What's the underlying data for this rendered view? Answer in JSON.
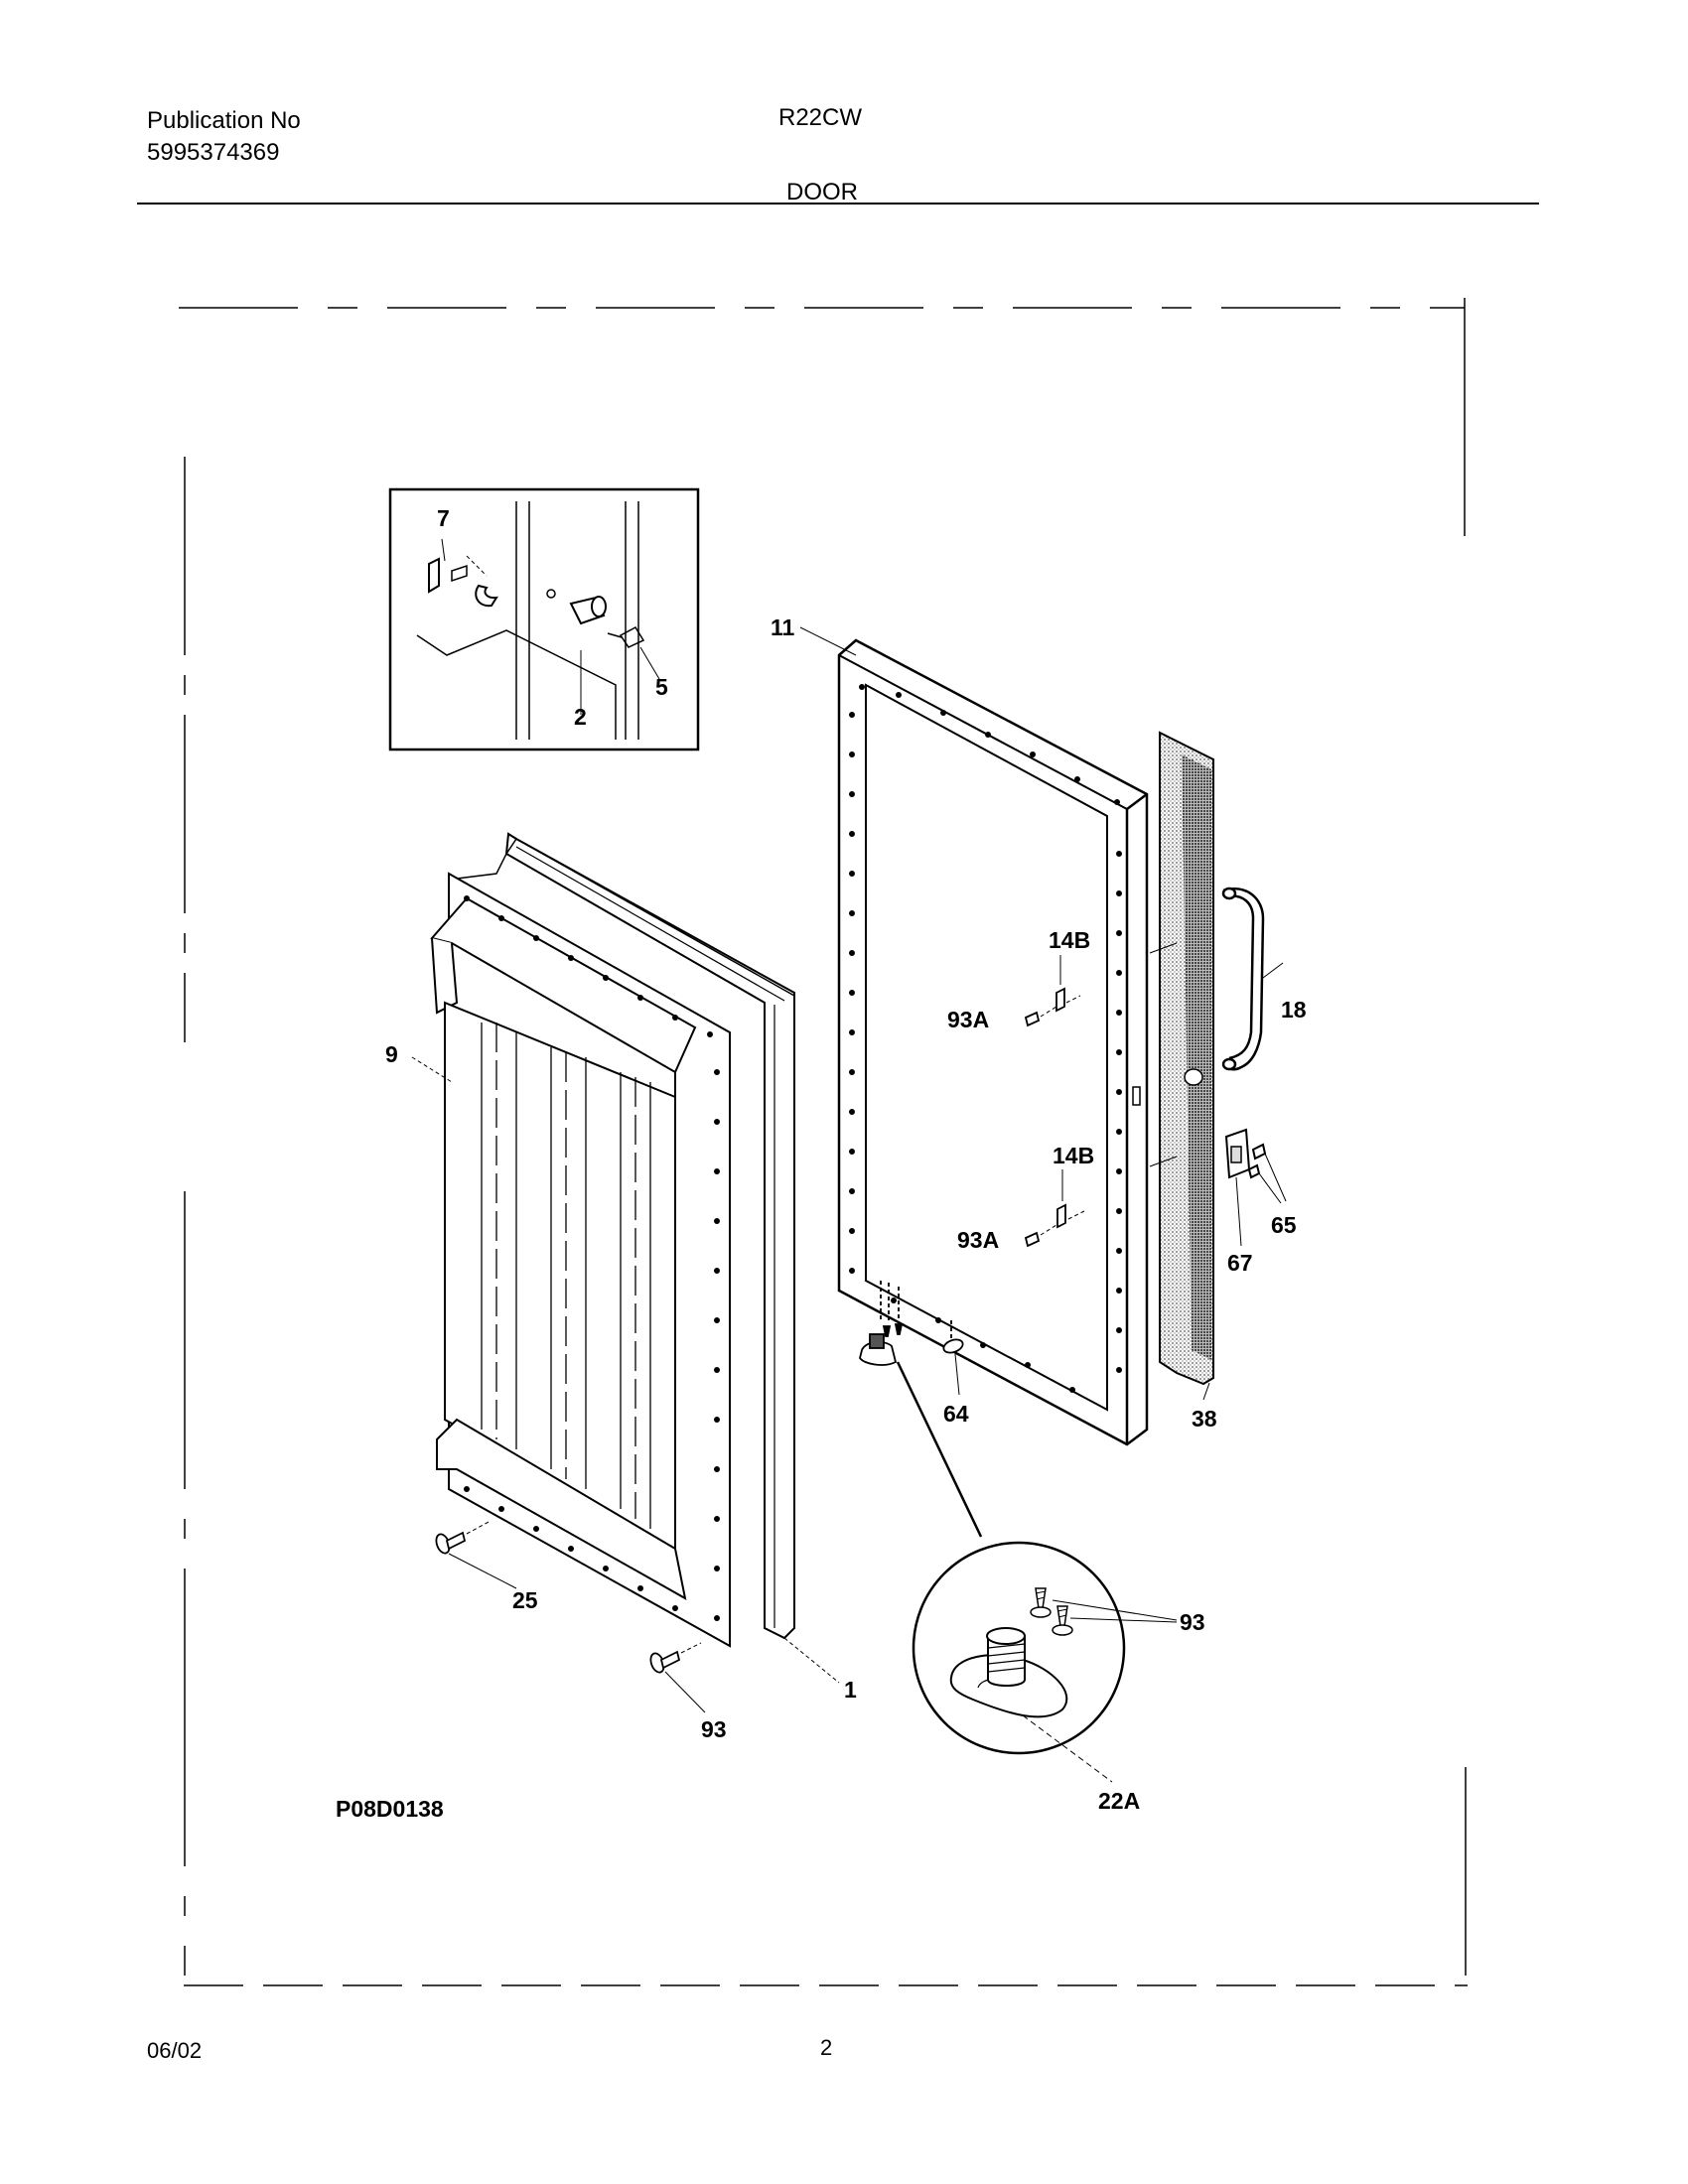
{
  "header": {
    "publication_label": "Publication No",
    "publication_number": "5995374369",
    "model": "R22CW",
    "section": "DOOR"
  },
  "diagram": {
    "drawing_id": "P08D0138",
    "callouts": {
      "c7": "7",
      "c5": "5",
      "c2": "2",
      "c11": "11",
      "c14b_top": "14B",
      "c93a_top": "93A",
      "c18": "18",
      "c9": "9",
      "c14b_bottom": "14B",
      "c93a_bottom": "93A",
      "c65": "65",
      "c67": "67",
      "c64": "64",
      "c38": "38",
      "c25": "25",
      "c93_detail": "93",
      "c1": "1",
      "c93_bottom": "93",
      "c22a": "22A"
    }
  },
  "footer": {
    "date": "06/02",
    "page": "2"
  }
}
